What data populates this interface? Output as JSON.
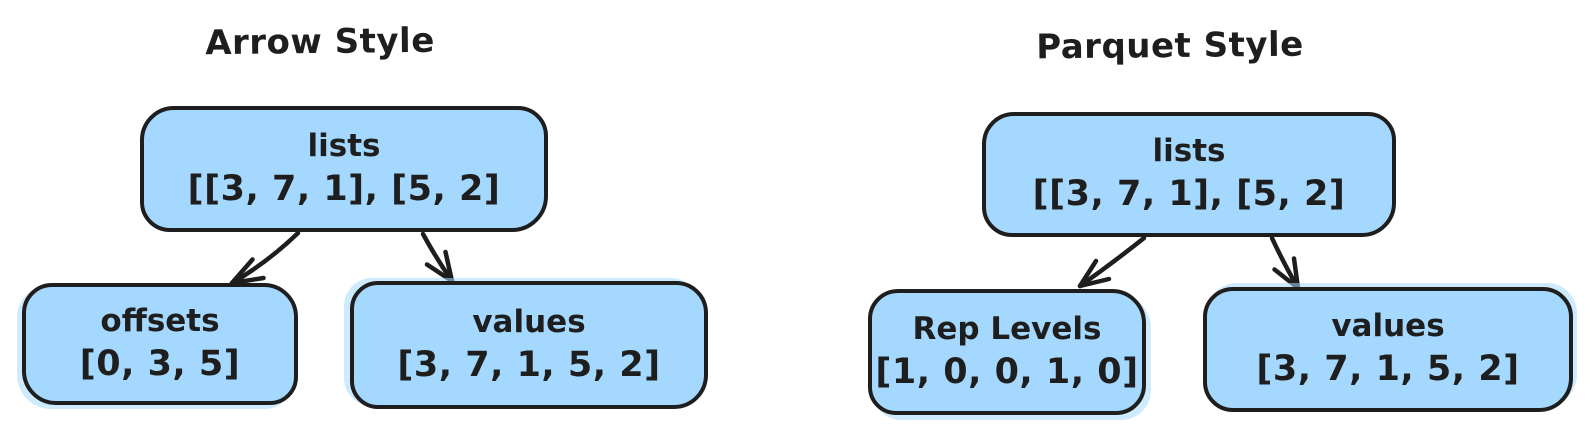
{
  "colors": {
    "background": "#ffffff",
    "node_fill": "#a5d8ff",
    "stroke": "#1e1e1e"
  },
  "diagrams": [
    {
      "title": "Arrow Style",
      "root": {
        "label": "lists",
        "value": "[[3, 7, 1], [5, 2]"
      },
      "children": [
        {
          "label": "offsets",
          "value": "[0, 3, 5]"
        },
        {
          "label": "values",
          "value": "[3, 7, 1, 5, 2]"
        }
      ]
    },
    {
      "title": "Parquet Style",
      "root": {
        "label": "lists",
        "value": "[[3, 7, 1], [5, 2]"
      },
      "children": [
        {
          "label": "Rep Levels",
          "value": "[1, 0, 0, 1, 0]"
        },
        {
          "label": "values",
          "value": "[3, 7, 1, 5, 2]"
        }
      ]
    }
  ]
}
